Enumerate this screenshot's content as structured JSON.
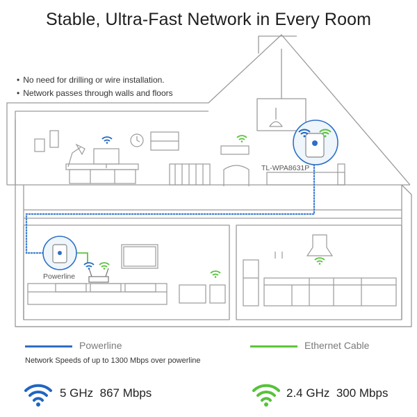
{
  "title": "Stable, Ultra-Fast Network in Every Room",
  "bullets": [
    "No need for drilling or wire installation.",
    "Network passes through walls and floors"
  ],
  "devices": {
    "upstairs_model": "TL-WPA8631P",
    "downstairs_label": "Powerline"
  },
  "legend": {
    "powerline": {
      "label": "Powerline",
      "color": "#2f6fc4"
    },
    "ethernet": {
      "label": "Ethernet Cable",
      "color": "#5dc43b"
    }
  },
  "speeds_note": "Network Speeds of up to 1300 Mbps over powerline",
  "speeds": {
    "five_ghz": {
      "band": "5 GHz",
      "rate": "867 Mbps",
      "color": "#1f66c1"
    },
    "two_ghz": {
      "band": "2.4 GHz",
      "rate": "300 Mbps",
      "color": "#57c23a"
    }
  },
  "icons": [
    "wifi-5ghz-icon",
    "wifi-2ghz-icon",
    "powerline-adapter-icon"
  ]
}
